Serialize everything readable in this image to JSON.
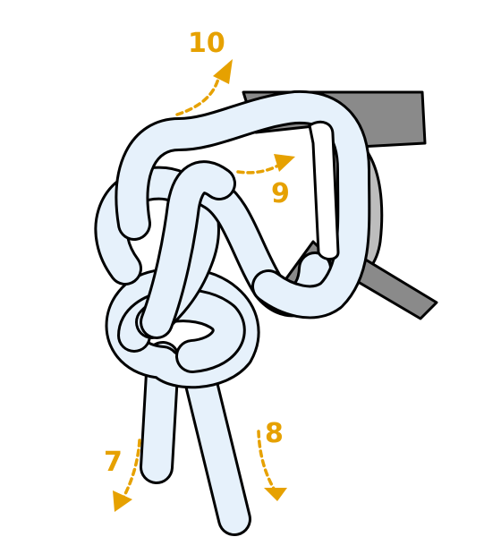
{
  "colors": {
    "rope_fill": "#e6f1fb",
    "rope_stroke": "#000000",
    "metal_dark": "#8a8a8a",
    "metal_light": "#bdbdbd",
    "arrow": "#e6a100",
    "background": "#ffffff"
  },
  "steps": [
    {
      "label": "10",
      "icon": "curved-arrow-up-right-icon"
    },
    {
      "label": "9",
      "icon": "curved-arrow-right-icon"
    },
    {
      "label": "8",
      "icon": "curved-arrow-down-icon"
    },
    {
      "label": "7",
      "icon": "curved-arrow-down-left-icon"
    }
  ]
}
